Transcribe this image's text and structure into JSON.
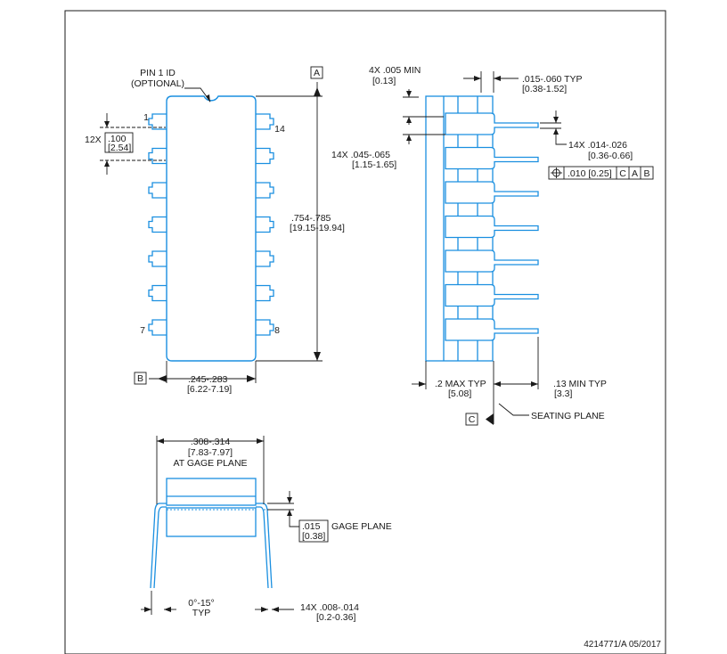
{
  "drawing_number": "4214771/A  05/2017",
  "top_view": {
    "pin1_label": "PIN 1 ID",
    "pin1_sub": "(OPTIONAL)",
    "pin_labels": [
      "1",
      "14",
      "7",
      "8"
    ],
    "pitch_count": "12X",
    "pitch_in": ".100",
    "pitch_mm": "[2.54]",
    "length_in": ".754-.785",
    "length_mm": "[19.15-19.94]",
    "width_in": ".245-.283",
    "width_mm": "[6.22-7.19]",
    "datum_a": "A",
    "datum_b": "B"
  },
  "side_view": {
    "standoff_in": "4X .005 MIN",
    "standoff_mm": "[0.13]",
    "lead_len_in": ".015-.060  TYP",
    "lead_len_mm": "[0.38-1.52]",
    "shoulder_in": "14X .045-.065",
    "shoulder_mm": "[1.15-1.65]",
    "lead_w_in": "14X .014-.026",
    "lead_w_mm": "[0.36-0.66]",
    "fcf_tol": ".010 [0.25]",
    "fcf_datum1": "C",
    "fcf_datum2": "A",
    "fcf_datum3": "B",
    "height_in": ".2 MAX TYP",
    "height_mm": "[5.08]",
    "seat_in": ".13 MIN TYP",
    "seat_mm": "[3.3]",
    "datum_c": "C",
    "seating_plane": "SEATING PLANE"
  },
  "end_view": {
    "span_in": ".308-.314",
    "span_mm": "[7.83-7.97]",
    "span_note": "AT GAGE PLANE",
    "gage_in": ".015",
    "gage_mm": "[0.38]",
    "gage_label": "GAGE PLANE",
    "angle": "0°-15°",
    "angle_sub": "TYP",
    "lead_t_in": "14X .008-.014",
    "lead_t_mm": "[0.2-0.36]"
  }
}
